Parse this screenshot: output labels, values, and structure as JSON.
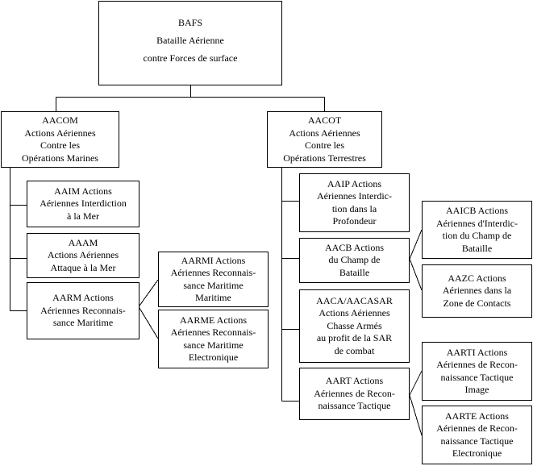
{
  "nodes": {
    "bafs": {
      "lines": [
        "BAFS",
        "Bataille Aérienne",
        "contre Forces de surface"
      ]
    },
    "aacom": {
      "lines": [
        "AACOM",
        "Actions Aériennes",
        "Contre  les",
        "Opérations Marines"
      ]
    },
    "aacot": {
      "lines": [
        "AACOT",
        "Actions Aériennes",
        "Contre  les",
        "Opérations Terrestres"
      ]
    },
    "aaim": {
      "lines": [
        "AAIM  Actions",
        "Aériennes Interdiction",
        "à la Mer"
      ]
    },
    "aaam": {
      "lines": [
        "AAAM",
        "Actions Aériennes",
        "Attaque à la Mer"
      ]
    },
    "aarm": {
      "lines": [
        "AARM  Actions",
        "Aériennes Reconnais-",
        "sance Maritime"
      ]
    },
    "aarmi": {
      "lines": [
        "AARMI  Actions",
        "Aériennes Reconnais-",
        "sance Maritime",
        "Maritime"
      ]
    },
    "aarme": {
      "lines": [
        "AARME  Actions",
        "Aériennes Reconnais-",
        "sance Maritime",
        "Electronique"
      ]
    },
    "aaip": {
      "lines": [
        "AAIP  Actions",
        "Aériennes Interdic-",
        "tion dans la",
        "Profondeur"
      ]
    },
    "aacb": {
      "lines": [
        "AACB   Actions",
        "du Champ de",
        "Bataille"
      ]
    },
    "aaca": {
      "lines": [
        "AACA/AACASAR",
        "Actions Aériennes",
        "Chasse Armés",
        "au profit de la SAR",
        "de combat"
      ]
    },
    "aart": {
      "lines": [
        "AART  Actions",
        "Aériennes de Recon-",
        "naissance Tactique"
      ]
    },
    "aaicb": {
      "lines": [
        "AAICB  Actions",
        "Aériennes d'Interdic-",
        "tion du Champ de",
        "Bataille"
      ]
    },
    "aazc": {
      "lines": [
        "AAZC  Actions",
        "Aériennes dans la",
        "Zone de Contacts"
      ]
    },
    "aarti": {
      "lines": [
        "AARTI  Actions",
        "Aériennes de Recon-",
        "naissance Tactique",
        "Image"
      ]
    },
    "aarte": {
      "lines": [
        "AARTE  Actions",
        "Aériennes de Recon-",
        "naissance Tactique",
        "Electronique"
      ]
    }
  }
}
